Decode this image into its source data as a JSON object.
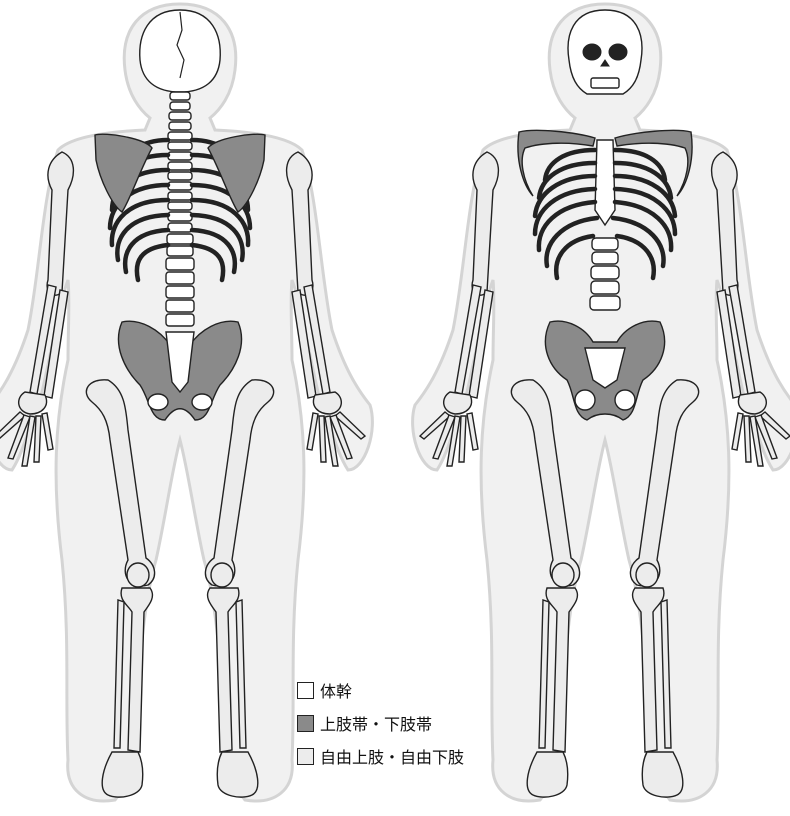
{
  "colors": {
    "trunk": "#ffffff",
    "girdles": "#8a8a8a",
    "free_limbs": "#ececec",
    "outline": "#222222",
    "silhouette": "#f1f1f1",
    "silhouette_border": "#d4d4d4"
  },
  "legend": {
    "items": [
      {
        "label": "体幹",
        "color_key": "trunk"
      },
      {
        "label": "上肢帯・下肢帯",
        "color_key": "girdles"
      },
      {
        "label": "自由上肢・自由下肢",
        "color_key": "free_limbs"
      }
    ]
  }
}
